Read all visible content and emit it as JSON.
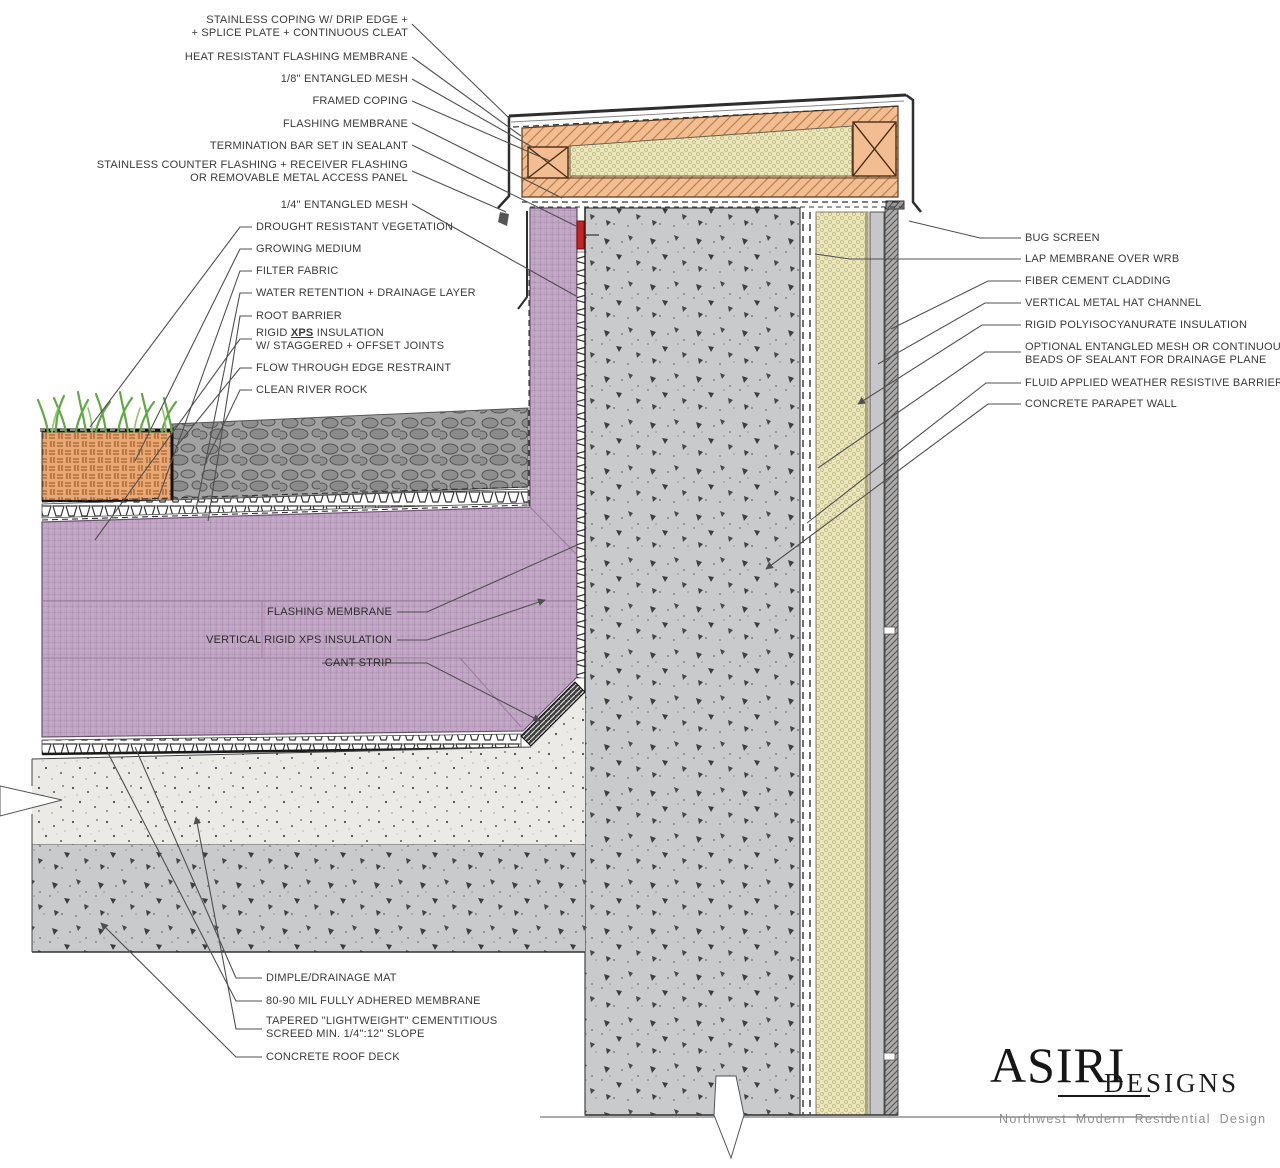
{
  "callouts": {
    "top_left": [
      {
        "lines": [
          "STAINLESS COPING W/ DRIP EDGE +",
          "+ SPLICE PLATE + CONTINUOUS CLEAT"
        ]
      },
      {
        "lines": [
          "HEAT RESISTANT FLASHING MEMBRANE"
        ]
      },
      {
        "lines": [
          "1/8\" ENTANGLED MESH"
        ]
      },
      {
        "lines": [
          "FRAMED COPING"
        ]
      },
      {
        "lines": [
          "FLASHING MEMBRANE"
        ]
      },
      {
        "lines": [
          "TERMINATION BAR SET IN SEALANT"
        ]
      },
      {
        "lines": [
          "STAINLESS COUNTER FLASHING + RECEIVER FLASHING",
          "OR REMOVABLE METAL ACCESS PANEL"
        ]
      },
      {
        "lines": [
          "1/4\" ENTANGLED MESH"
        ]
      }
    ],
    "left_middle": [
      {
        "lines": [
          "DROUGHT RESISTANT VEGETATION"
        ]
      },
      {
        "lines": [
          "GROWING MEDIUM"
        ]
      },
      {
        "lines": [
          "FILTER FABRIC"
        ]
      },
      {
        "lines": [
          "WATER RETENTION + DRAINAGE LAYER"
        ]
      },
      {
        "lines": [
          "ROOT BARRIER"
        ]
      },
      {
        "parts": [
          "RIGID ",
          "XPS",
          " INSULATION"
        ],
        "line2": "W/ STAGGERED + OFFSET JOINTS"
      },
      {
        "lines": [
          "FLOW THROUGH EDGE RESTRAINT"
        ]
      },
      {
        "lines": [
          "CLEAN RIVER ROCK"
        ]
      }
    ],
    "middle": [
      {
        "lines": [
          "FLASHING MEMBRANE"
        ]
      },
      {
        "lines": [
          "VERTICAL RIGID XPS INSULATION"
        ]
      },
      {
        "lines": [
          "CANT STRIP"
        ]
      }
    ],
    "bottom": [
      {
        "lines": [
          "DIMPLE/DRAINAGE MAT"
        ]
      },
      {
        "lines": [
          "80-90 MIL FULLY ADHERED MEMBRANE"
        ]
      },
      {
        "lines": [
          "TAPERED \"LIGHTWEIGHT\" CEMENTITIOUS",
          "SCREED MIN. 1/4\":12\" SLOPE"
        ]
      },
      {
        "lines": [
          "CONCRETE ROOF DECK"
        ]
      }
    ],
    "right": [
      {
        "lines": [
          "BUG SCREEN"
        ]
      },
      {
        "lines": [
          "LAP MEMBRANE OVER WRB"
        ]
      },
      {
        "lines": [
          "FIBER CEMENT CLADDING"
        ]
      },
      {
        "lines": [
          "VERTICAL METAL HAT CHANNEL"
        ]
      },
      {
        "lines": [
          "RIGID POLYISOCYANURATE INSULATION"
        ]
      },
      {
        "lines": [
          "OPTIONAL ENTANGLED MESH OR CONTINUOUS",
          "BEADS OF SEALANT FOR DRAINAGE PLANE"
        ]
      },
      {
        "lines": [
          "FLUID APPLIED WEATHER RESISTIVE BARRIER"
        ]
      },
      {
        "lines": [
          "CONCRETE PARAPET WALL"
        ]
      }
    ]
  },
  "logo": {
    "name": "ASIRI",
    "suffix": "DESIGNS",
    "tagline": "Northwest Modern Residential Design"
  },
  "colors": {
    "purple_xps_insulation": "#bfa3c3",
    "concrete": "#c9cacb",
    "screed": "#edecea",
    "polyiso_insulation": "#ece7ba",
    "wood_framing": "#f2bd92",
    "growing_medium": "#e9a873",
    "river_rock": "#a2a2a2",
    "cladding": "#ababab",
    "vegetation": "#62a844",
    "termination_bar": "#cc2222",
    "leader_line": "#4f4f4f",
    "text": "#3a3a3a"
  }
}
